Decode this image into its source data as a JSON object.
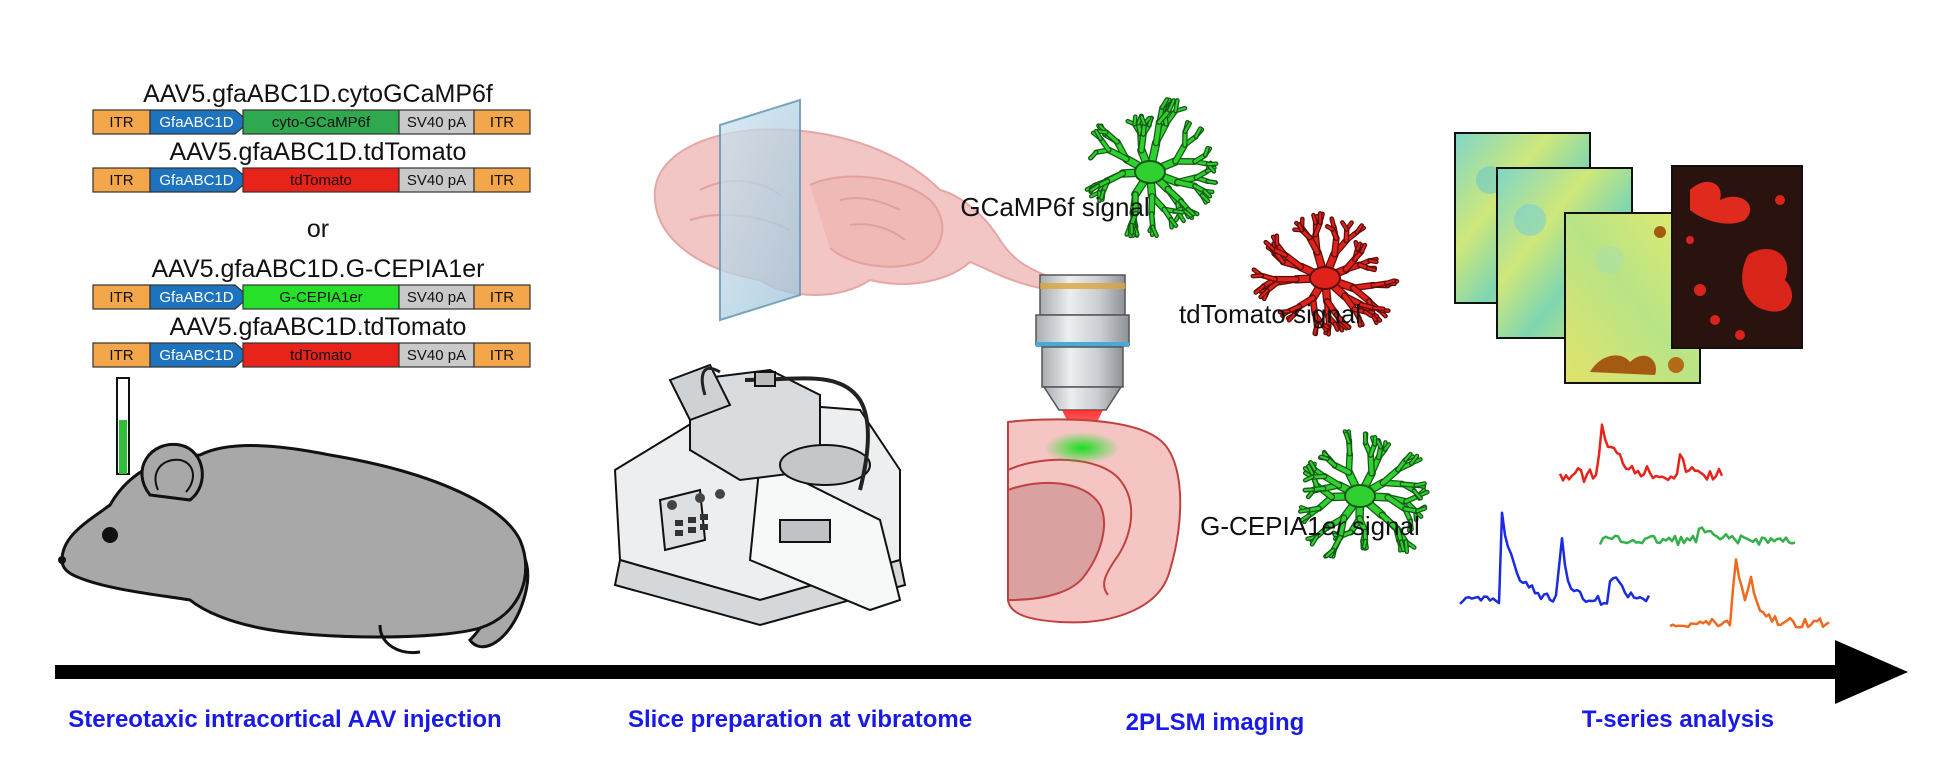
{
  "colors": {
    "itr": "#f4a64a",
    "promoter": "#1e73be",
    "gcamp": "#2fa84f",
    "tdtomato": "#e8231a",
    "cepia": "#27e02a",
    "sv40": "#c9c9c9",
    "step_label": "#1a1ae6",
    "trace_red": "#e8231a",
    "trace_green": "#33b04a",
    "trace_blue": "#1a2be0",
    "trace_orange": "#ee6a1e"
  },
  "constructs": [
    {
      "title": "AAV5.gfaABC1D.cytoGCaMP6f",
      "itr_left": "ITR",
      "promoter": "GfaABC1D",
      "insert": "cyto-GCaMP6f",
      "polyA": "SV40 pA",
      "itr_right": "ITR",
      "insert_color": "gcamp"
    },
    {
      "title": "AAV5.gfaABC1D.tdTomato",
      "itr_left": "ITR",
      "promoter": "GfaABC1D",
      "insert": "tdTomato",
      "polyA": "SV40 pA",
      "itr_right": "ITR",
      "insert_color": "tdtomato"
    },
    {
      "title": "AAV5.gfaABC1D.G-CEPIA1er",
      "itr_left": "ITR",
      "promoter": "GfaABC1D",
      "insert": "G-CEPIA1er",
      "polyA": "SV40 pA",
      "itr_right": "ITR",
      "insert_color": "cepia"
    },
    {
      "title": "AAV5.gfaABC1D.tdTomato",
      "itr_left": "ITR",
      "promoter": "GfaABC1D",
      "insert": "tdTomato",
      "polyA": "SV40 pA",
      "itr_right": "ITR",
      "insert_color": "tdtomato"
    }
  ],
  "or_label": "or",
  "signals": {
    "gcamp": "GCaMP6f signal",
    "tdtomato": "tdTomato signal",
    "cepia_prefix": "G-CEPIA1",
    "cepia_italic": "er",
    "cepia_suffix": " signal"
  },
  "steps": [
    "Stereotaxic intracortical AAV injection",
    "Slice preparation at vibratome",
    "2PLSM imaging",
    "T-series analysis"
  ]
}
